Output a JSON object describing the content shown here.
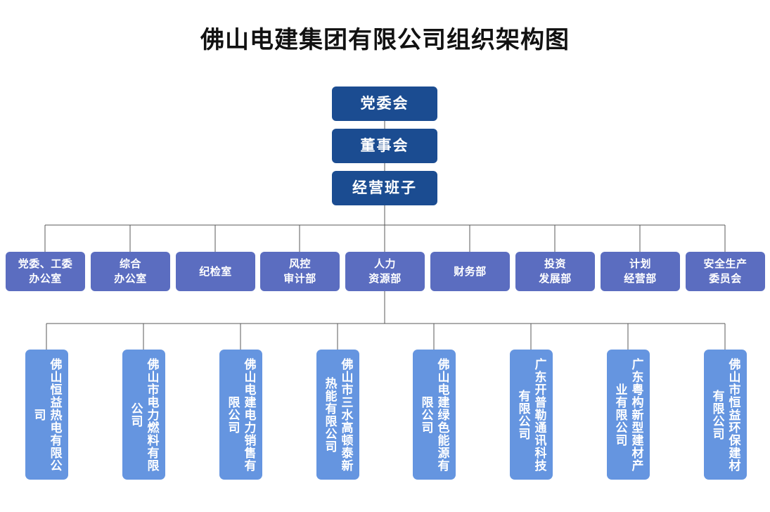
{
  "title": "佛山电建集团有限公司组织架构图",
  "theme": {
    "background": "#ffffff",
    "title_color": "#111111",
    "exec_box_color": "#1b4c91",
    "department_box_color": "#5b6dc0",
    "subsidiary_box_color": "#6595e0",
    "connector_color": "#595959",
    "box_text_color": "#ffffff"
  },
  "executive": [
    {
      "label": "党委会"
    },
    {
      "label": "董事会"
    },
    {
      "label": "经营班子"
    }
  ],
  "departments": [
    {
      "label": "党委、工委\n办公室"
    },
    {
      "label": "综合\n办公室"
    },
    {
      "label": "纪检室"
    },
    {
      "label": "风控\n审计部"
    },
    {
      "label": "人力\n资源部"
    },
    {
      "label": "财务部"
    },
    {
      "label": "投资\n发展部"
    },
    {
      "label": "计划\n经营部"
    },
    {
      "label": "安全生产\n委员会"
    }
  ],
  "subsidiaries": [
    {
      "label": "佛山恒益热电有限公司"
    },
    {
      "label": "佛山市电力燃料有限公司"
    },
    {
      "label": "佛山电建电力销售有限公司"
    },
    {
      "label": "佛山市三水高顿泰新热能有限公司"
    },
    {
      "label": "佛山电建绿色能源有限公司"
    },
    {
      "label": "广东开普勒通讯科技有限公司"
    },
    {
      "label": "广东粤构新型建材产业有限公司"
    },
    {
      "label": "佛山市恒益环保建材有限公司"
    }
  ],
  "chart_data": {
    "type": "diagram",
    "diagram_type": "organization-chart",
    "title": "佛山电建集团有限公司组织架构图",
    "levels": [
      {
        "name": "executive",
        "nodes": [
          "党委会",
          "董事会",
          "经营班子"
        ],
        "relation": "vertical-chain"
      },
      {
        "name": "departments",
        "parent": "经营班子",
        "nodes": [
          "党委、工委办公室",
          "综合办公室",
          "纪检室",
          "风控审计部",
          "人力资源部",
          "财务部",
          "投资发展部",
          "计划经营部",
          "安全生产委员会"
        ]
      },
      {
        "name": "subsidiaries",
        "parent": "经营班子",
        "nodes": [
          "佛山恒益热电有限公司",
          "佛山市电力燃料有限公司",
          "佛山电建电力销售有限公司",
          "佛山市三水高顿泰新热能有限公司",
          "佛山电建绿色能源有限公司",
          "广东开普勒通讯科技有限公司",
          "广东粤构新型建材产业有限公司",
          "佛山市恒益环保建材有限公司"
        ]
      }
    ]
  }
}
